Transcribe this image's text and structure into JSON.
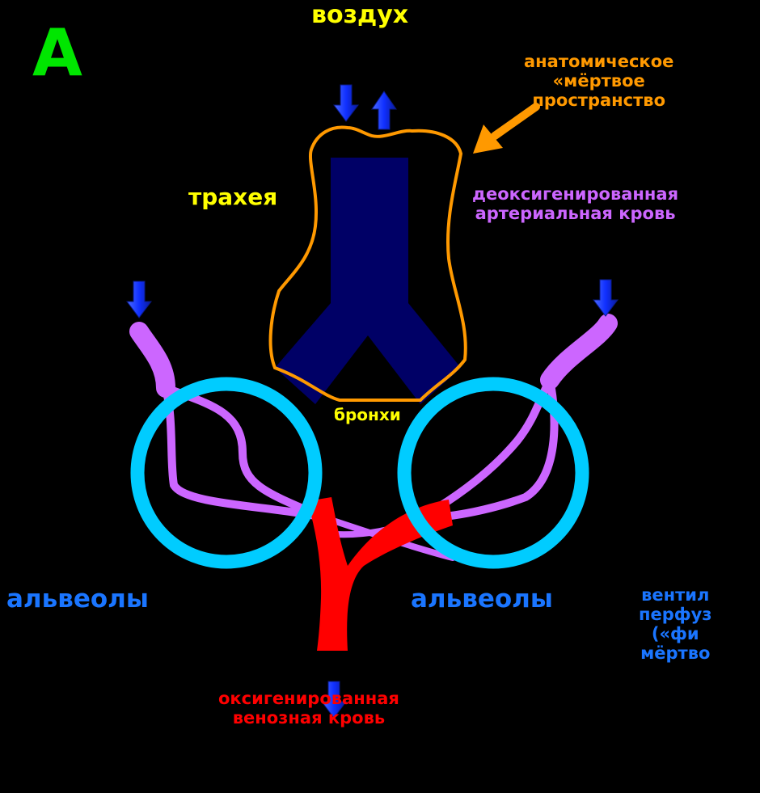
{
  "panel_letter": "A",
  "labels": {
    "air": "воздух",
    "dead_space_line1": "анатомическое",
    "dead_space_line2": "«мёртвое",
    "dead_space_line3": "пространство",
    "trachea": "трахея",
    "deoxy_line1": "деоксигенированная",
    "deoxy_line2": "артериальная кровь",
    "bronchi": "бронхи",
    "alveoli_left": "альвеолы",
    "alveoli_right": "альвеолы",
    "vq_line1": "вентил",
    "vq_line2": "перфуз",
    "vq_line3": "(«фи",
    "vq_line4": "мёртво",
    "oxy_line1": "оксигенированная",
    "oxy_line2": "венозная кровь"
  },
  "icons": {
    "flow_arrow": "blue-arrow-icon",
    "pointer_arrow": "orange-pointer-arrow-icon"
  },
  "colors": {
    "background": "#000000",
    "panel_letter": "#00e600",
    "yellow_label": "#ffff00",
    "dead_space": "#ff9900",
    "deoxygenated_blood": "#cc66ff",
    "oxygenated_blood": "#ff0000",
    "alveoli": "#00ccff",
    "alveoli_label": "#1a75ff",
    "airway": "#000066",
    "arrow": "#1a3cff"
  }
}
